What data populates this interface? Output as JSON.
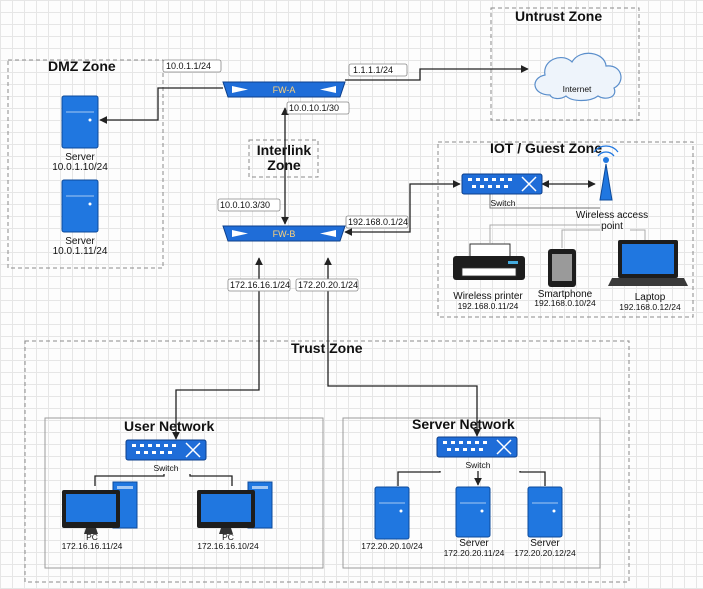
{
  "zones": {
    "dmz": "DMZ Zone",
    "untrust": "Untrust Zone",
    "interlink_1": "Interlink",
    "interlink_2": "Zone",
    "iot": "IOT / Guest Zone",
    "trust": "Trust Zone"
  },
  "networks": {
    "user": "User Network",
    "server": "Server Network"
  },
  "devices": {
    "fw_a": "FW-A",
    "fw_b": "FW-B",
    "internet": "Internet",
    "dmz_server1_name": "Server",
    "dmz_server1_ip": "10.0.1.10/24",
    "dmz_server2_name": "Server",
    "dmz_server2_ip": "10.0.1.11/24",
    "iot_switch": "Switch",
    "wap_1": "Wireless access",
    "wap_2": "point",
    "printer_name": "Wireless printer",
    "printer_ip": "192.168.0.11/24",
    "phone_name": "Smartphone",
    "phone_ip": "192.168.0.10/24",
    "laptop_name": "Laptop",
    "laptop_ip": "192.168.0.12/24",
    "user_switch": "Switch",
    "pc1_name": "PC",
    "pc1_ip": "172.16.16.11/24",
    "pc2_name": "PC",
    "pc2_ip": "172.16.16.10/24",
    "srv_switch": "Switch",
    "srv1_ip": "172.20.20.10/24",
    "srv2_name": "Server",
    "srv2_ip": "172.20.20.11/24",
    "srv3_name": "Server",
    "srv3_ip": "172.20.20.12/24"
  },
  "ip_labels": {
    "fwa_dmz": "10.0.1.1/24",
    "fwa_wan": "1.1.1.1/24",
    "fwa_link": "10.0.10.1/30",
    "fwb_link": "10.0.10.3/30",
    "fwb_iot": "192.168.0.1/24",
    "fwb_user": "172.16.16.1/24",
    "fwb_srv": "172.20.20.1/24"
  },
  "colors": {
    "device_blue": "#2077e0",
    "firewall_text": "#ffd37a"
  }
}
